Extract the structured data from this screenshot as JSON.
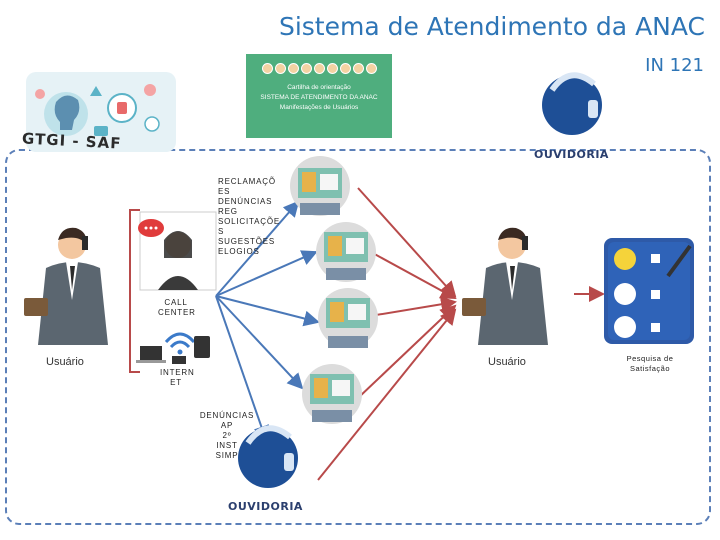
{
  "header": {
    "title": "Sistema de Atendimento da ANAC",
    "subtitle": "IN 121"
  },
  "gtgi": {
    "label": "GTGI - SAF"
  },
  "cartilha": {
    "line1": "Cartilha de orientação",
    "line2": "SISTEMA DE ATENDIMENTO DA ANAC",
    "line3": "Manifestações de Usuários"
  },
  "ouvidoria": {
    "top_label": "OUVIDORIA",
    "bottom_label": "OUVIDORIA"
  },
  "channels": {
    "reclamacoes": [
      "RECLAMAÇÕ",
      "ES",
      "DENÚNCIAS",
      "REG",
      "SOLICITAÇÕE",
      "S",
      "SUGESTÕES",
      "ELOGIOS"
    ],
    "call_center": [
      "CALL",
      "CENTER"
    ],
    "internet": [
      "INTERN",
      "ET"
    ],
    "denuncias": [
      "DENÚNCIAS",
      "AP",
      "2º",
      "INST",
      "SIMP"
    ]
  },
  "users": {
    "left_label": "Usuário",
    "right_label": "Usuário"
  },
  "survey": {
    "label_line1": "Pesquisa de",
    "label_line2": "Satisfação"
  },
  "colors": {
    "title": "#2e75b6",
    "arrow_blue": "#4a78b8",
    "arrow_red": "#b84a4a",
    "dashed_border": "#5b7fb8",
    "cartilha_bg": "#4fae7e"
  }
}
